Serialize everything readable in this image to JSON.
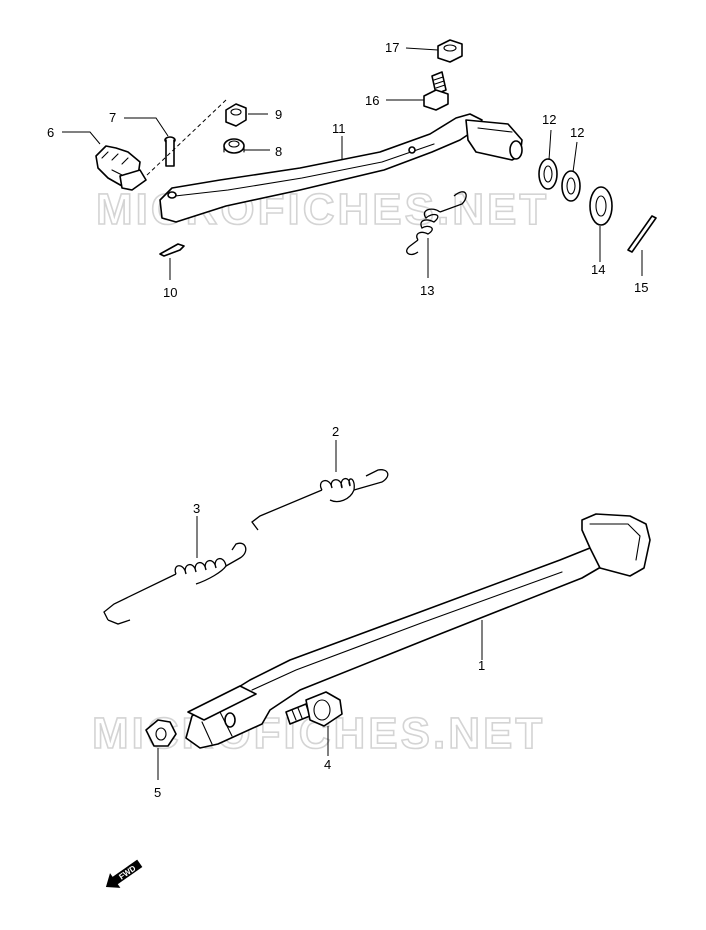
{
  "watermark": "MICROFICHES.NET",
  "fwd_label": "FWD",
  "callouts": {
    "c1": "1",
    "c2": "2",
    "c3": "3",
    "c4": "4",
    "c5": "5",
    "c6": "6",
    "c7": "7",
    "c8": "8",
    "c9": "9",
    "c10": "10",
    "c11": "11",
    "c12a": "12",
    "c12b": "12",
    "c13": "13",
    "c14": "14",
    "c15": "15",
    "c16": "16",
    "c17": "17"
  }
}
